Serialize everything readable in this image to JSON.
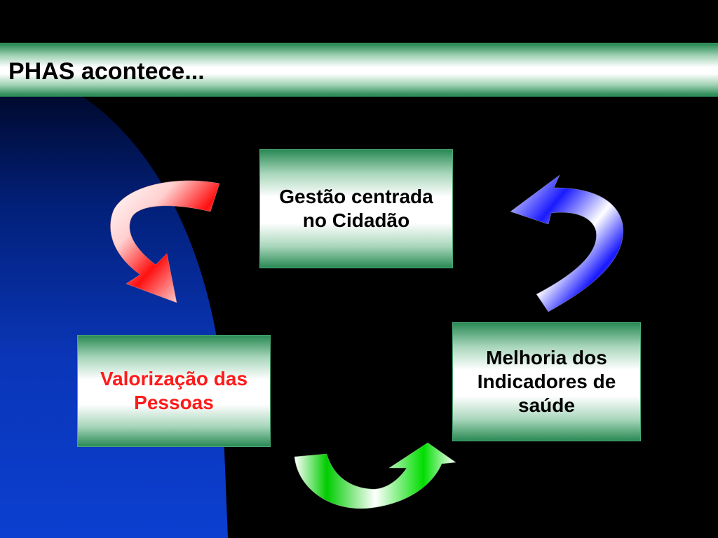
{
  "title": "PHAS acontece...",
  "boxes": {
    "gestao": {
      "line1": "Gestão centrada",
      "line2": "no Cidadão"
    },
    "valorizacao": {
      "line1": "Valorização das",
      "line2": "Pessoas"
    },
    "melhoria": {
      "line1": "Melhoria dos",
      "line2": "Indicadores de",
      "line3": "saúde"
    }
  },
  "colors": {
    "background": "#000000",
    "blue_shape": "#0a3cc8",
    "box_green": "#2a8a55",
    "valorizacao_text": "#ff1a1a",
    "arrow_red": "#ff0000",
    "arrow_blue": "#1a1aff",
    "arrow_green": "#00cc00"
  }
}
